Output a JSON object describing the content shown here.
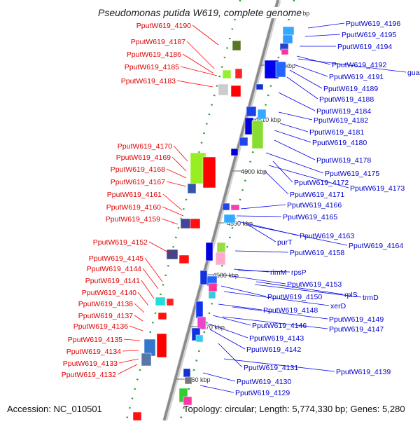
{
  "title": "Pseudomonas putida W619, complete genome",
  "footer": {
    "accession": "Accession: NC_010501",
    "topology": "Topology: circular; Length: 5,774,330 bp; Genes: 5,280"
  },
  "colors": {
    "left_labels": "#dd0000",
    "right_labels": "#0000cc",
    "axis": "#8a8a8a"
  },
  "ticks": [
    "4630 kbp",
    "4620 kbp",
    "4610 kbp",
    "4600 kbp",
    "4590 kbp",
    "4580 kbp",
    "4570 kbp",
    "4560 kbp"
  ],
  "left_genes": [
    "PputW619_4190",
    "PputW619_4187",
    "PputW619_4186",
    "PputW619_4185",
    "PputW619_4183",
    "PputW619_4170",
    "PputW619_4169",
    "PputW619_4168",
    "PputW619_4167",
    "PputW619_4161",
    "PputW619_4160",
    "PputW619_4159",
    "PputW619_4152",
    "PputW619_4145",
    "PputW619_4144",
    "PputW619_4141",
    "PputW619_4140",
    "PputW619_4138",
    "PputW619_4137",
    "PputW619_4136",
    "PputW619_4135",
    "PputW619_4134",
    "PputW619_4133",
    "PputW619_4132"
  ],
  "right_genes": [
    "PputW619_4196",
    "PputW619_4195",
    "PputW619_4194",
    "PputW619_4192",
    "guaA",
    "PputW619_4191",
    "PputW619_4189",
    "PputW619_4188",
    "PputW619_4184",
    "PputW619_4182",
    "PputW619_4181",
    "PputW619_4180",
    "PputW619_4178",
    "PputW619_4175",
    "PputW619_4172",
    "PputW619_4173",
    "PputW619_4171",
    "PputW619_4166",
    "PputW619_4165",
    "PputW619_4163",
    "purT",
    "PputW619_4164",
    "PputW619_4158",
    "rimM",
    "rpsP",
    "PputW619_4153",
    "rplS",
    "trmD",
    "PputW619_4150",
    "xerD",
    "PputW619_4148",
    "PputW619_4149",
    "PputW619_4146",
    "PputW619_4147",
    "PputW619_4143",
    "PputW619_4142",
    "PputW619_4131",
    "PputW619_4139",
    "PputW619_4130",
    "PputW619_4129"
  ]
}
